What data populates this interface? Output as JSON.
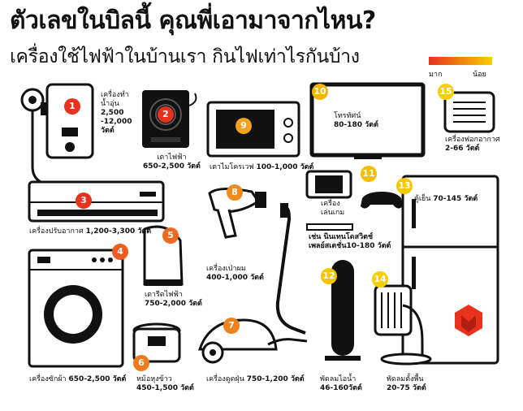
{
  "title": "ตัวเลขในบิลนี้ คุณพี่เอามาจากไหน?",
  "subtitle": "เครื่องใช้ไฟฟ้าในบ้านเรา กินไฟเท่าไรกันบ้าง",
  "legend": {
    "high": "มาก",
    "low": "น้อย",
    "colors": [
      "#e8321e",
      "#f7d000"
    ]
  },
  "appliances": [
    {
      "num": "1",
      "color": "#e8321e",
      "name": "เครื่องทำ\nน้ำอุ่น",
      "watts": "2,500\n-12,000\nวัตต์"
    },
    {
      "num": "2",
      "color": "#e8321e",
      "name": "เตาไฟฟ้า",
      "watts": "650-2,500 วัตต์"
    },
    {
      "num": "3",
      "color": "#e8321e",
      "name": "เครื่องปรับอากาศ",
      "watts": "1,200-3,300 วัตต์"
    },
    {
      "num": "4",
      "color": "#ef5a1e",
      "name": "เครื่องซักผ้า",
      "watts": "650-2,500 วัตต์"
    },
    {
      "num": "5",
      "color": "#f06a1e",
      "name": "เตารีดไฟฟ้า",
      "watts": "750-2,000 วัตต์"
    },
    {
      "num": "6",
      "color": "#f07a1e",
      "name": "หม้อหุงข้าว",
      "watts": "450-1,500 วัตต์"
    },
    {
      "num": "7",
      "color": "#f0821e",
      "name": "เครื่องดูดฝุ่น",
      "watts": "750-1,200 วัตต์"
    },
    {
      "num": "8",
      "color": "#f08a1e",
      "name": "เครื่องเป่าผม",
      "watts": "400-1,000 วัตต์"
    },
    {
      "num": "9",
      "color": "#f3a11e",
      "name": "เตาไมโครเวฟ",
      "watts": "100-1,000 วัตต์"
    },
    {
      "num": "10",
      "color": "#f5b400",
      "name": "โทรทัศน์",
      "watts": "80-180 วัตต์"
    },
    {
      "num": "11",
      "color": "#f5bd00",
      "name": "เครื่อง\nเล่นเกม",
      "watts": "เช่น นินเทนโดสวิตช์\nเพลย์สเตชั่น10-180 วัตต์"
    },
    {
      "num": "12",
      "color": "#f5c500",
      "name": "พัดลมไอน้ำ",
      "watts": "46-160วัตต์"
    },
    {
      "num": "13",
      "color": "#f5c800",
      "name": "ตู้เย็น",
      "watts": "70-145 วัตต์"
    },
    {
      "num": "14",
      "color": "#f5cd00",
      "name": "พัดลมตั้งพื้น",
      "watts": "20-75 วัตต์"
    },
    {
      "num": "15",
      "color": "#f5d000",
      "name": "เครื่องฟอกอากาศ",
      "watts": "2-66 วัตต์"
    }
  ]
}
